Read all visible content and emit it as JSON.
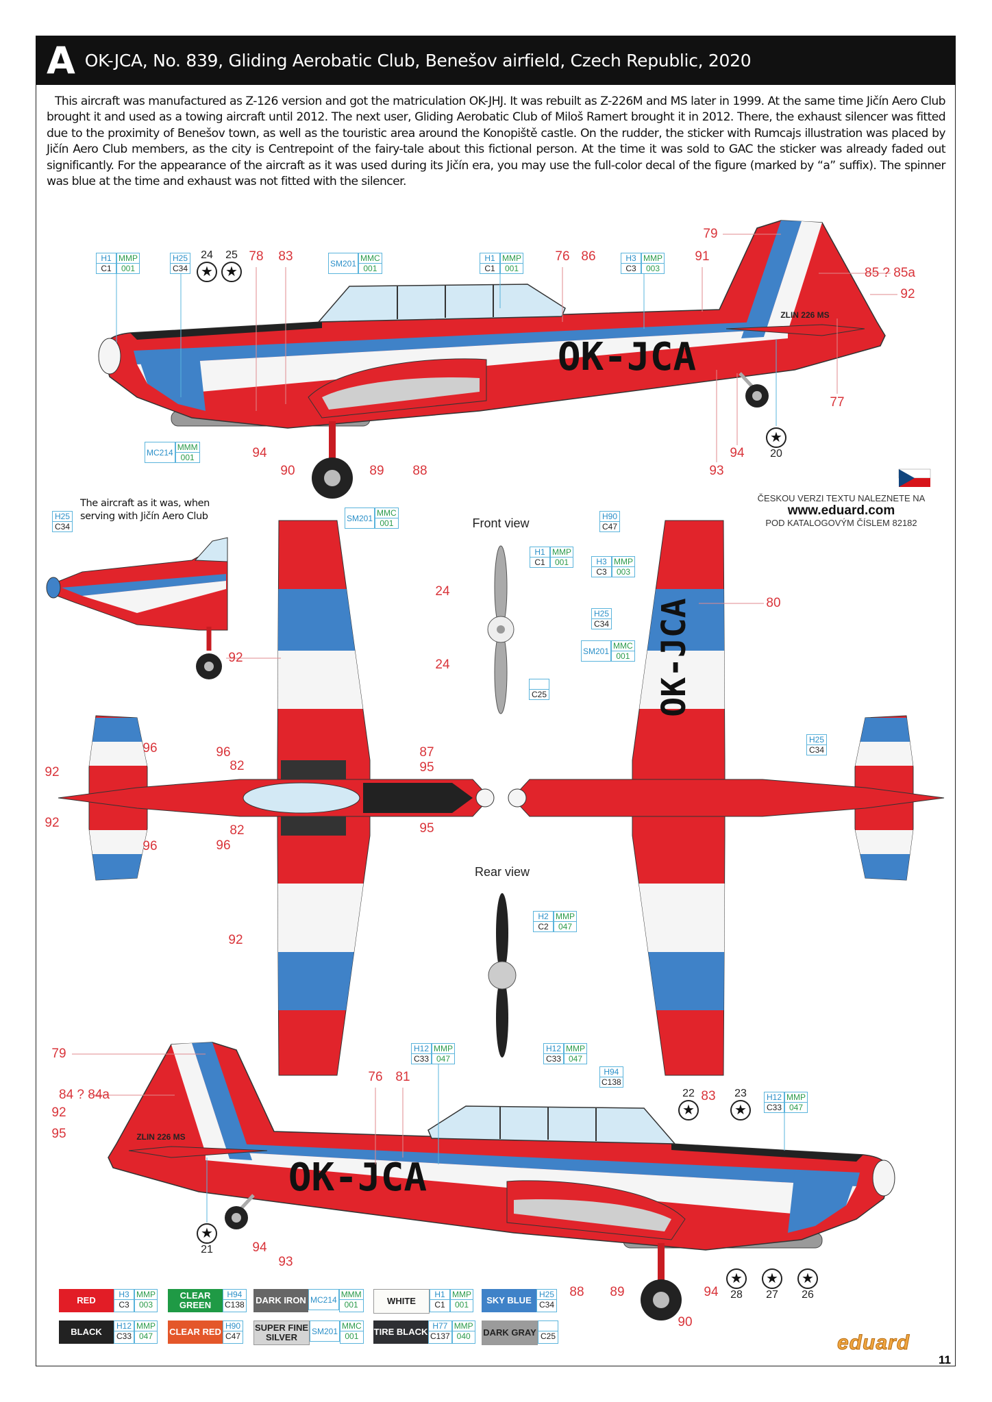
{
  "header": {
    "letter": "A",
    "title": "OK-JCA, No. 839, Gliding Aerobatic Club, Benešov airfield, Czech Republic, 2020"
  },
  "description": "This aircraft was manufactured as Z-126 version and got the matriculation OK-JHJ. It was rebuilt as Z-226M and MS later in 1999. At the same time Jičín Aero Club brought it and used as a towing aircraft until 2012. The next user, Gliding Aerobatic Club of Miloš Ramert brought it in 2012. There, the exhaust silencer was fitted due to the proximity of Benešov town, as well as the touristic area around the Konopiště castle. On the rudder, the sticker with Rumcajs illustration was placed by Jičín Aero Club members, as the city is Centrepoint of the fairy-tale about this fictional person. At the time it was sold to GAC the sticker was already faded out significantly. For the appearance of the aircraft as it was used during its Jičín era, you may use the full-color decal of the figure (marked by “a” suffix). The spinner was blue at the time and exhaust was not fitted with the silencer.",
  "registration": "OK-JCA",
  "tail_text": "ZLIN  226  MS",
  "inset_caption": [
    "The aircraft as it was, when",
    "serving with Jičín Aero Club"
  ],
  "views": {
    "front": "Front view",
    "rear": "Rear view"
  },
  "czech_note": {
    "line1": "ČESKOU VERZI TEXTU NALEZNETE NA",
    "url": "www.eduard.com",
    "line2": "POD KATALOGOVÝM ČÍSLEM 82182"
  },
  "paint_refs": [
    {
      "h": "H1",
      "c": "C1",
      "m": "MMP",
      "n": "001"
    },
    {
      "h": "H25",
      "c": "C34"
    },
    {
      "s": "SM201",
      "m": "MMC",
      "n": "001"
    },
    {
      "h": "H1",
      "c": "C1",
      "m": "MMP",
      "n": "001"
    },
    {
      "h": "H3",
      "c": "C3",
      "m": "MMP",
      "n": "003"
    },
    {
      "s": "MC214",
      "m": "MMM",
      "n": "001"
    },
    {
      "s": "SM201",
      "m": "MMC",
      "n": "001"
    },
    {
      "h": "H25",
      "c": "C34"
    },
    {
      "h": "H1",
      "c": "C1",
      "m": "MMP",
      "n": "001"
    },
    {
      "h": "",
      "c": "C25"
    },
    {
      "h": "H90",
      "c": "C47"
    },
    {
      "h": "H3",
      "c": "C3",
      "m": "MMP",
      "n": "003"
    },
    {
      "h": "H25",
      "c": "C34"
    },
    {
      "s": "SM201",
      "m": "MMC",
      "n": "001"
    },
    {
      "h": "H25",
      "c": "C34"
    },
    {
      "h": "H2",
      "c": "C2",
      "m": "MMP",
      "n": "047"
    },
    {
      "h": "H12",
      "c": "C33",
      "m": "MMP",
      "n": "047"
    },
    {
      "h": "H12",
      "c": "C33",
      "m": "MMP",
      "n": "047"
    },
    {
      "h": "H94",
      "c": "C138"
    },
    {
      "h": "H12",
      "c": "C33",
      "m": "MMP",
      "n": "047"
    }
  ],
  "callouts": [
    "79",
    "78",
    "83",
    "76",
    "86",
    "91",
    "85 ? 85a",
    "92",
    "77",
    "94",
    "94",
    "90",
    "89",
    "88",
    "93",
    "24",
    "24",
    "80",
    "92",
    "96",
    "96",
    "87",
    "82",
    "95",
    "92",
    "92",
    "95",
    "82",
    "96",
    "96",
    "92",
    "79",
    "76",
    "81",
    "84 ? 84a",
    "92",
    "83",
    "95",
    "94",
    "93",
    "88",
    "89",
    "94",
    "90"
  ],
  "stencil_stars": [
    "24",
    "25",
    "20",
    "21",
    "22",
    "23",
    "28",
    "27",
    "26"
  ],
  "legend": [
    {
      "name": "RED",
      "color": "#e21d26",
      "text": "#fff",
      "h": "H3",
      "c": "C3",
      "m": "MMP",
      "n": "003"
    },
    {
      "name": "CLEAR GREEN",
      "color": "#1f9a45",
      "text": "#fff",
      "h": "H94",
      "c": "C138"
    },
    {
      "name": "DARK IRON",
      "color": "#666666",
      "text": "#fff",
      "s": "MC214",
      "m": "MMM",
      "n": "001"
    },
    {
      "name": "WHITE",
      "color": "#fbfbf8",
      "text": "#222",
      "h": "H1",
      "c": "C1",
      "m": "MMP",
      "n": "001"
    },
    {
      "name": "SKY BLUE",
      "color": "#3f82c8",
      "text": "#fff",
      "h": "H25",
      "c": "C34"
    },
    {
      "name": "BLACK",
      "color": "#222222",
      "text": "#fff",
      "h": "H12",
      "c": "C33",
      "m": "MMP",
      "n": "047"
    },
    {
      "name": "CLEAR RED",
      "color": "#e4572a",
      "text": "#fff",
      "h": "H90",
      "c": "C47"
    },
    {
      "name": "SUPER FINE SILVER",
      "color": "#d4d4d4",
      "text": "#222",
      "s": "SM201",
      "m": "MMC",
      "n": "001"
    },
    {
      "name": "TIRE BLACK",
      "color": "#2e2f33",
      "text": "#fff",
      "h": "H77",
      "c": "C137",
      "m": "MMP",
      "n": "040"
    },
    {
      "name": "DARK GRAY",
      "color": "#9b9b9b",
      "text": "#222",
      "h": "",
      "c": "C25"
    }
  ],
  "page_number": "11",
  "logo": "eduard",
  "colors": {
    "red": "#e1242b",
    "blue": "#3f82c8",
    "white": "#f5f5f5",
    "canopy": "#d3e9f5",
    "callout": "#d9343a"
  }
}
